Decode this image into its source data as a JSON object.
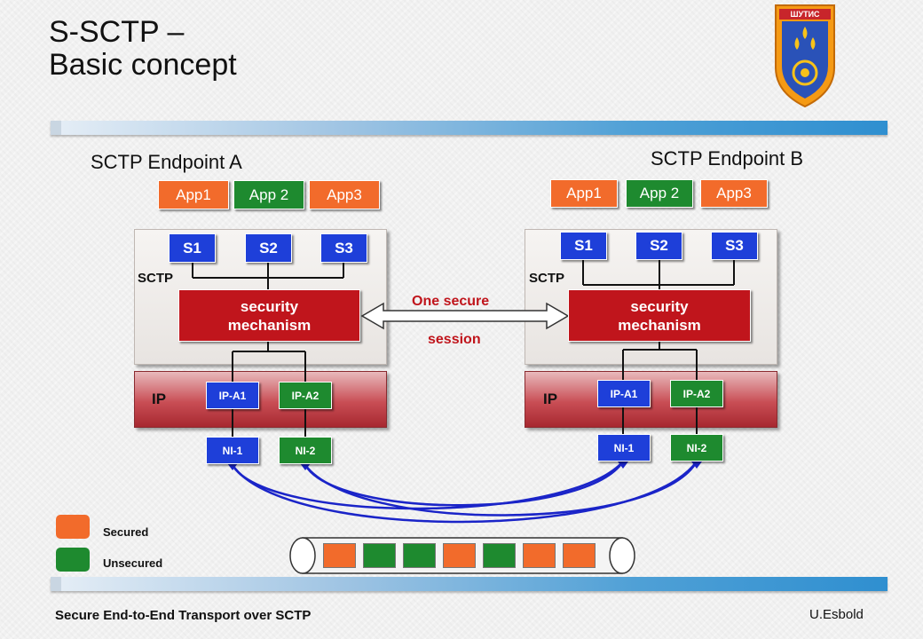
{
  "title": {
    "line1": "S-SCTP –",
    "line2": "Basic concept"
  },
  "logo": {
    "text": "ШУТИС",
    "icon": "university-shield-emblem"
  },
  "endpoint_a": {
    "title": "SCTP Endpoint A",
    "apps": [
      "App1",
      "App 2",
      "App3"
    ],
    "streams": [
      "S1",
      "S2",
      "S3"
    ],
    "sctp_label": "SCTP",
    "security": [
      "security",
      "mechanism"
    ],
    "ip_label": "IP",
    "ip_addrs": [
      "IP-A1",
      "IP-A2"
    ],
    "nis": [
      "NI-1",
      "NI-2"
    ]
  },
  "endpoint_b": {
    "title": "SCTP Endpoint B",
    "apps": [
      "App1",
      "App 2",
      "App3"
    ],
    "streams": [
      "S1",
      "S2",
      "S3"
    ],
    "sctp_label": "SCTP",
    "security": [
      "security",
      "mechanism"
    ],
    "ip_label": "IP",
    "ip_addrs": [
      "IP-A1",
      "IP-A2"
    ],
    "nis": [
      "NI-1",
      "NI-2"
    ]
  },
  "session": {
    "line1": "One secure",
    "line2": "session"
  },
  "legend": {
    "secured": "Secured",
    "unsecured": "Unsecured"
  },
  "colors": {
    "secured": "#f26b2b",
    "unsecured": "#1e8a2f",
    "stream": "#1e3fd9",
    "security": "#c0151c",
    "link": "#1a24c8"
  },
  "packet_stream": [
    "secured",
    "unsecured",
    "unsecured",
    "secured",
    "unsecured",
    "secured",
    "secured"
  ],
  "footer": {
    "left": "Secure End-to-End Transport over SCTP",
    "right": "U.Esbold"
  }
}
